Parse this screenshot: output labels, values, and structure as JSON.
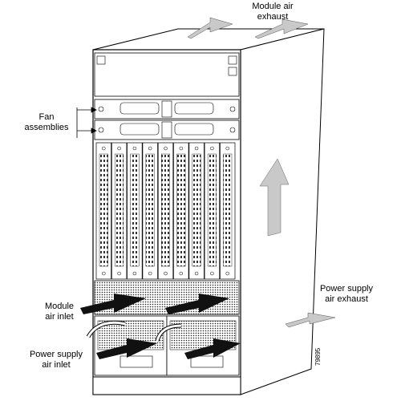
{
  "labels": {
    "module_air_exhaust": [
      "Module air",
      "exhaust"
    ],
    "fan_assemblies": [
      "Fan",
      "assemblies"
    ],
    "power_supply_air_exhaust": [
      "Power supply",
      "air exhaust"
    ],
    "module_air_inlet": [
      "Module",
      "air inlet"
    ],
    "power_supply_air_inlet": [
      "Power supply",
      "air inlet"
    ]
  },
  "figure_id": "79895",
  "colors": {
    "arrow_dark": "#111111",
    "arrow_light": "#c9c9c9",
    "line": "#000000"
  }
}
